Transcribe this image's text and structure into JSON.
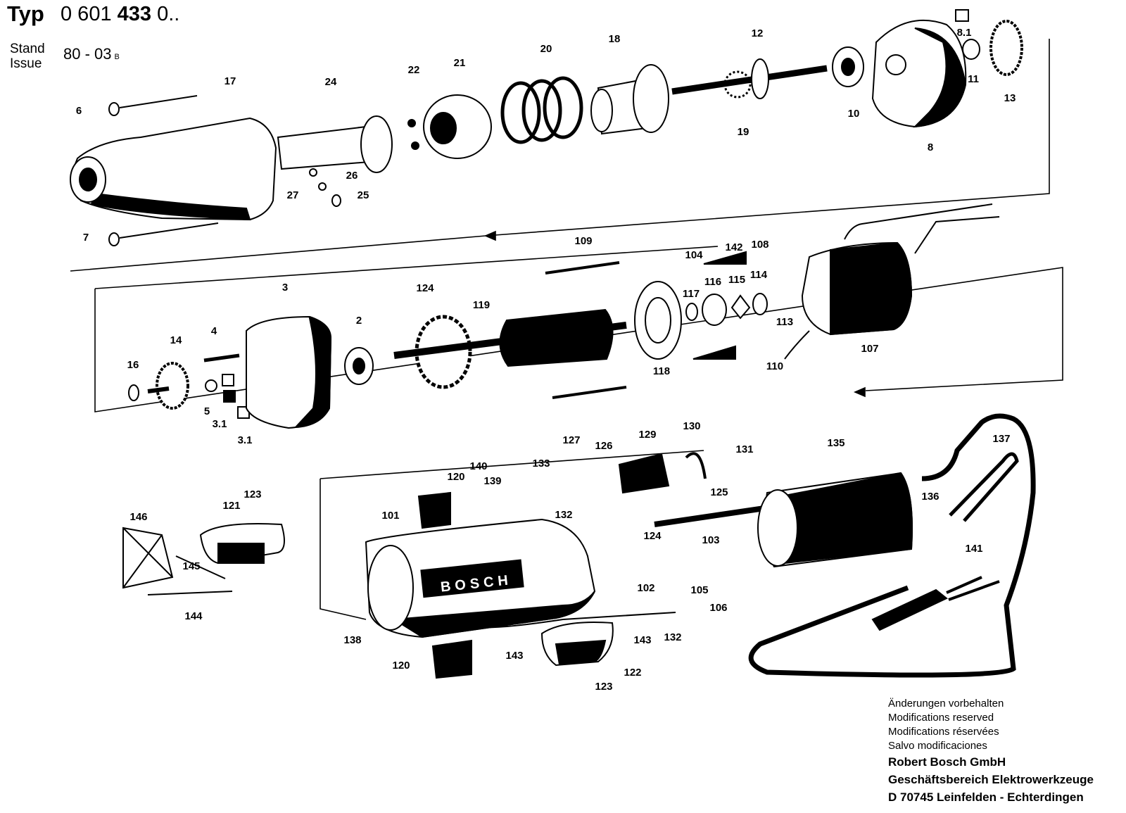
{
  "header": {
    "typ_label": "Typ",
    "typ_prefix": "0 601",
    "typ_bold": "433",
    "typ_suffix": "0..",
    "stand_label": "Stand",
    "issue_label": "Issue",
    "stand_value": "80 - 03",
    "stand_suffix": "B"
  },
  "brand_text": "BOSCH",
  "part_labels": [
    "2",
    "3",
    "3.1",
    "3.1",
    "4",
    "5",
    "6",
    "7",
    "8",
    "8.1",
    "10",
    "11",
    "12",
    "13",
    "14",
    "16",
    "17",
    "18",
    "19",
    "20",
    "21",
    "22",
    "24",
    "25",
    "26",
    "27",
    "101",
    "102",
    "103",
    "104",
    "105",
    "106",
    "107",
    "108",
    "109",
    "110",
    "113",
    "114",
    "115",
    "116",
    "117",
    "118",
    "119",
    "120",
    "120",
    "121",
    "122",
    "123",
    "123",
    "124",
    "124",
    "125",
    "126",
    "127",
    "129",
    "130",
    "131",
    "132",
    "132",
    "133",
    "135",
    "136",
    "137",
    "138",
    "139",
    "140",
    "141",
    "142",
    "143",
    "143",
    "144",
    "145",
    "146"
  ],
  "notes": {
    "lines": [
      "Änderungen vorbehalten",
      "Modifications reserved",
      "Modifications réservées",
      "Salvo modificaciones"
    ],
    "company": "Robert Bosch GmbH",
    "division": "Geschäftsbereich Elektrowerkzeuge",
    "address": "D 70745 Leinfelden - Echterdingen"
  }
}
